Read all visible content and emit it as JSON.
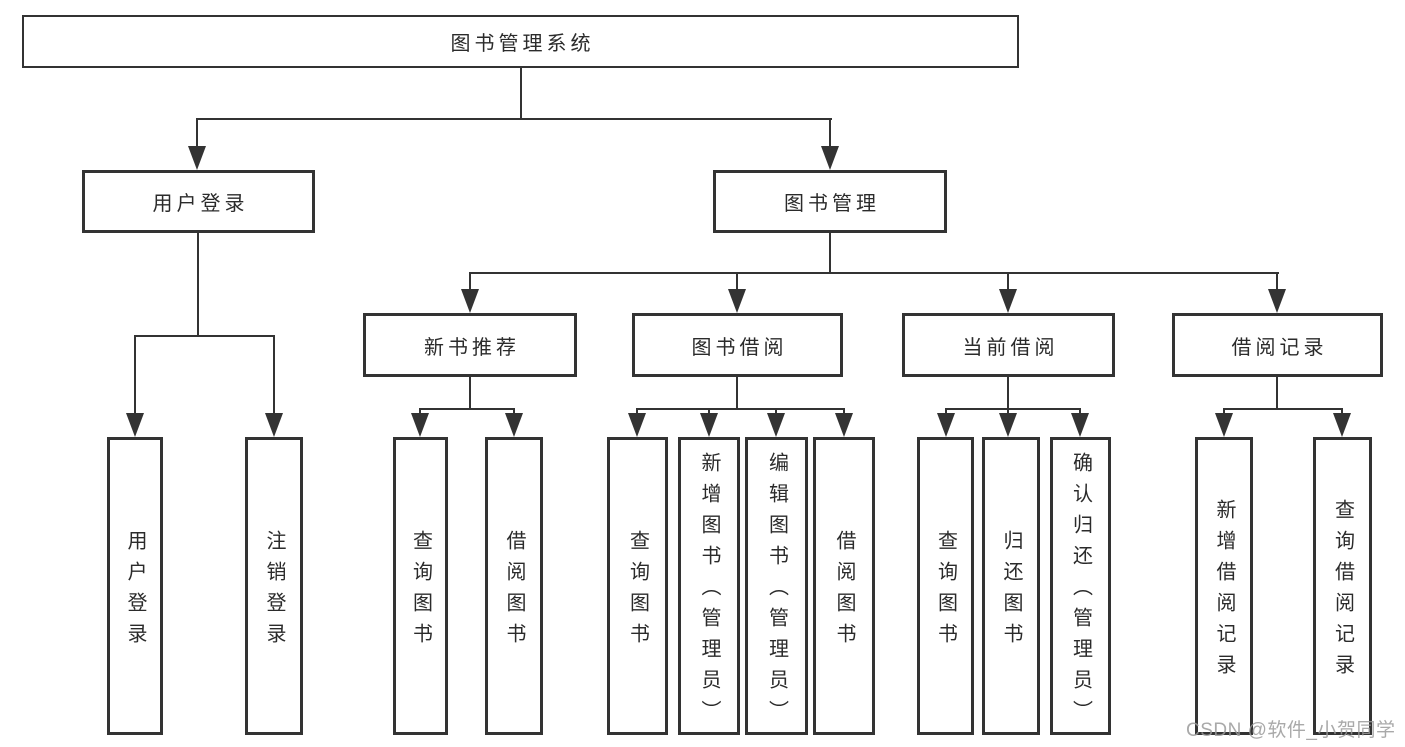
{
  "diagram": {
    "root": {
      "label": "图书管理系统"
    },
    "level2": {
      "user_login": {
        "label": "用户登录"
      },
      "book_mgmt": {
        "label": "图书管理"
      }
    },
    "level3": {
      "new_book_rec": {
        "label": "新书推荐"
      },
      "book_borrow": {
        "label": "图书借阅"
      },
      "current_borrow": {
        "label": "当前借阅"
      },
      "borrow_record": {
        "label": "借阅记录"
      }
    },
    "leaves": {
      "user_login_children": [
        {
          "label": "用户登录"
        },
        {
          "label": "注销登录"
        }
      ],
      "new_book_rec_children": [
        {
          "label": "查询图书"
        },
        {
          "label": "借阅图书"
        }
      ],
      "book_borrow_children": [
        {
          "label": "查询图书"
        },
        {
          "label": "新增图书（管理员）"
        },
        {
          "label": "编辑图书（管理员）"
        },
        {
          "label": "借阅图书"
        }
      ],
      "current_borrow_children": [
        {
          "label": "查询图书"
        },
        {
          "label": "归还图书"
        },
        {
          "label": "确认归还（管理员）"
        }
      ],
      "borrow_record_children": [
        {
          "label": "新增借阅记录"
        },
        {
          "label": "查询借阅记录"
        }
      ]
    }
  },
  "watermark": {
    "text": "CSDN @软件_小贺同学"
  },
  "colors": {
    "line": "#333333",
    "border": "#333333",
    "text": "#2b2b2b",
    "background": "#ffffff",
    "watermark": "#9b9b9b"
  }
}
